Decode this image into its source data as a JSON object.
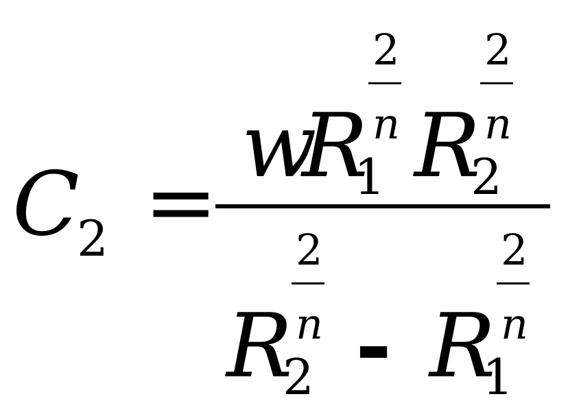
{
  "formula": {
    "lhs": {
      "symbol": "C",
      "subscript": "2"
    },
    "equals": "=",
    "minus": "-",
    "numerator": {
      "coefficient": "w",
      "term1": {
        "symbol": "R",
        "subscript": "1",
        "exponent_numerator": "2",
        "exponent_denominator": "n"
      },
      "term2": {
        "symbol": "R",
        "subscript": "2",
        "exponent_numerator": "2",
        "exponent_denominator": "n"
      }
    },
    "denominator": {
      "term1": {
        "symbol": "R",
        "subscript": "2",
        "exponent_numerator": "2",
        "exponent_denominator": "n"
      },
      "term2": {
        "symbol": "R",
        "subscript": "1",
        "exponent_numerator": "2",
        "exponent_denominator": "n"
      }
    }
  }
}
